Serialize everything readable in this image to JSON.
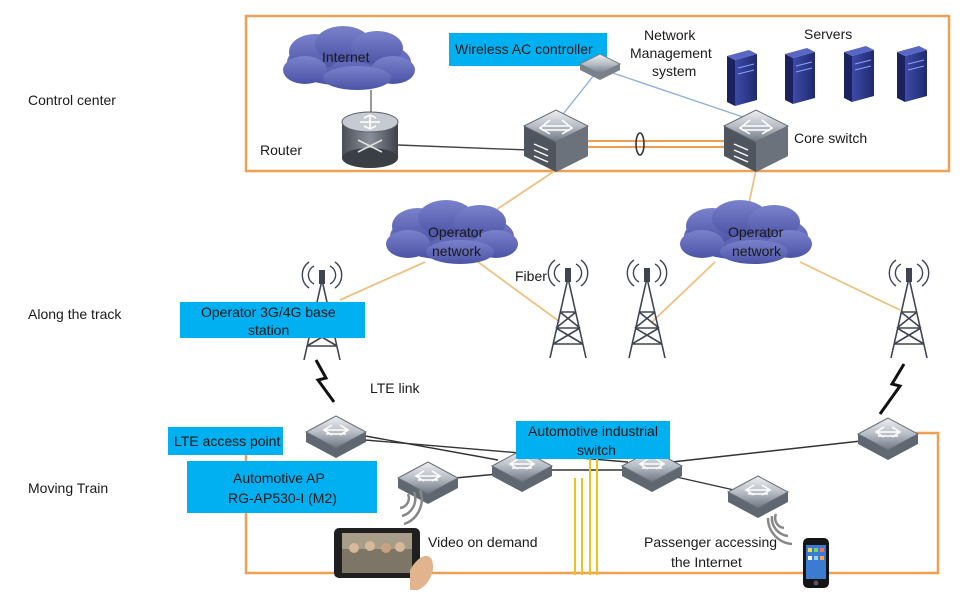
{
  "zones": {
    "control_center": "Control center",
    "along_track": "Along the track",
    "moving_train": "Moving Train"
  },
  "control": {
    "internet": "Internet",
    "wireless_ac": "Wireless AC controller",
    "nms_line1": "Network",
    "nms_line2": "Management",
    "nms_line3": "system",
    "servers": "Servers",
    "router": "Router",
    "core_switch": "Core switch"
  },
  "track": {
    "operator_network_left_1": "Operator",
    "operator_network_left_2": "network",
    "operator_network_right_1": "Operator",
    "operator_network_right_2": "network",
    "fiber": "Fiber",
    "base_station_1": "Operator 3G/4G base",
    "base_station_2": "station",
    "lte_link": "LTE link"
  },
  "train": {
    "lte_ap": "LTE access point",
    "auto_switch_1": "Automotive industrial",
    "auto_switch_2": "switch",
    "auto_ap_1": "Automotive AP",
    "auto_ap_2": "RG-AP530-I (M2)",
    "video": "Video on demand",
    "passenger_1": "Passenger accessing",
    "passenger_2": "the Internet"
  },
  "colors": {
    "frame_orange": "#f0a050",
    "cloud": "#5b62b5",
    "label_box": "#00b0f0",
    "link_blue": "#8fb0d8",
    "server": "#2e3a8c"
  }
}
